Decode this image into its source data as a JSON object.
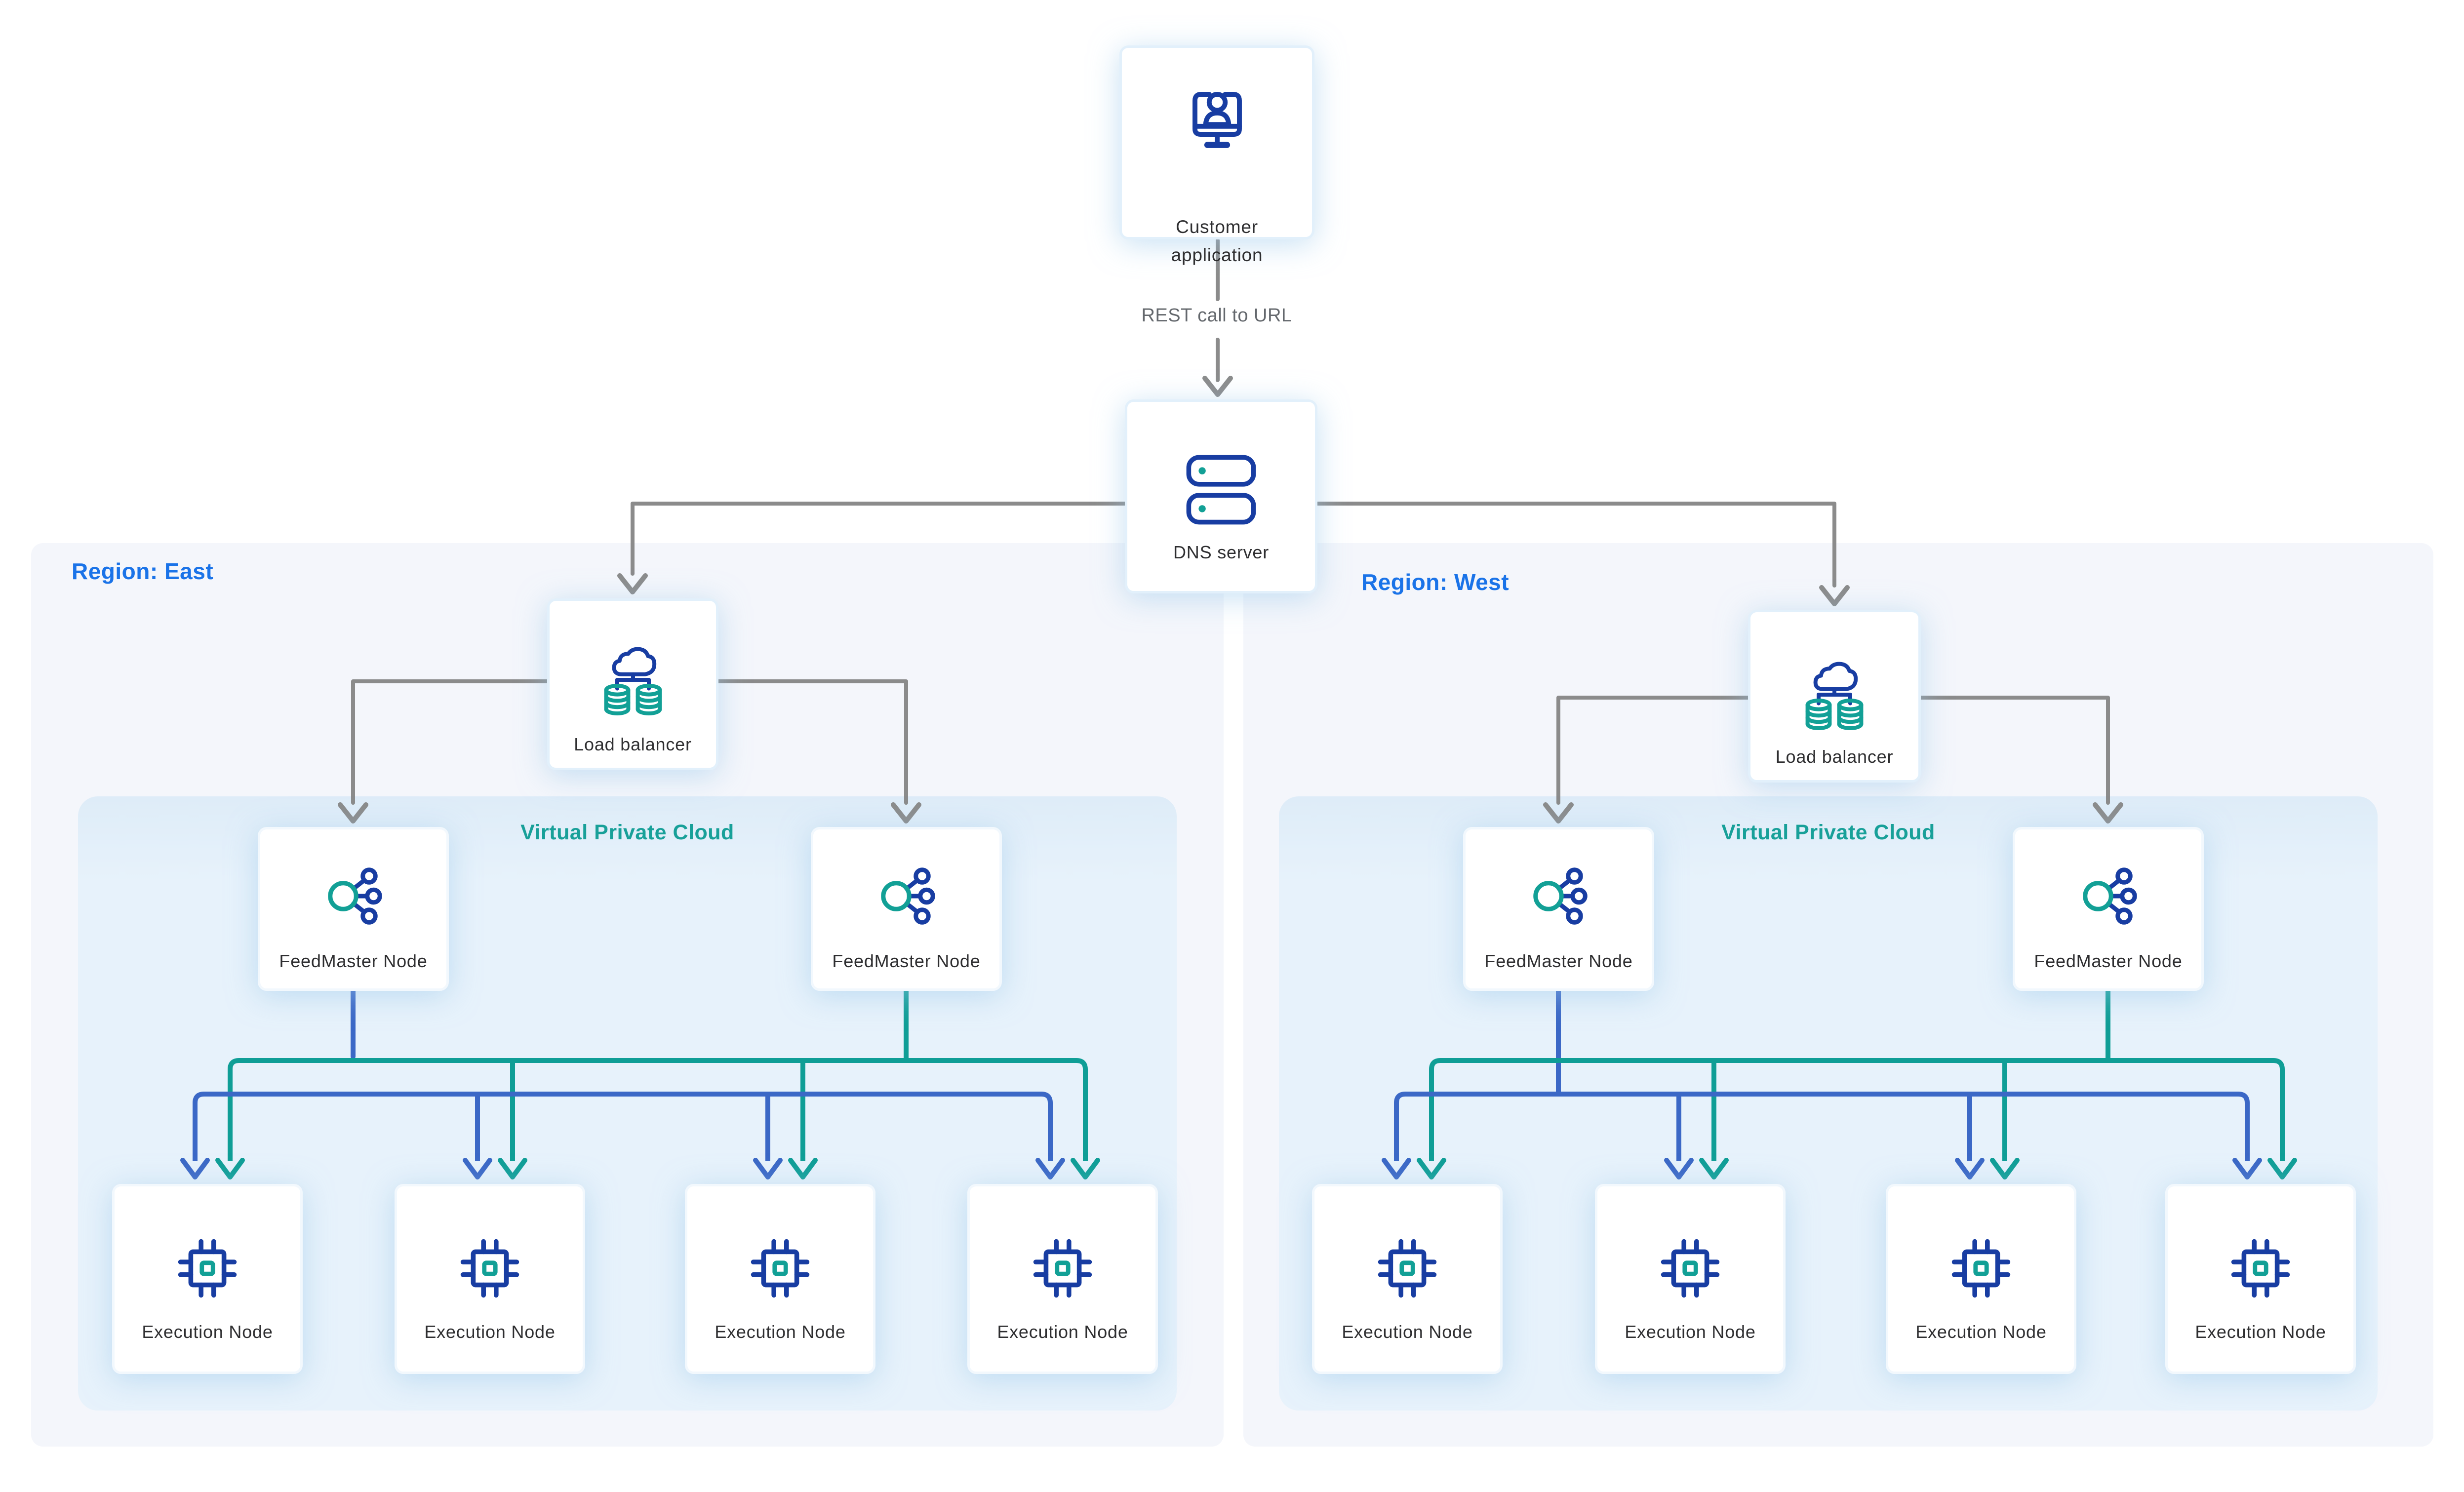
{
  "edge_labels": {
    "rest_call": "REST call to URL"
  },
  "regions": [
    {
      "id": "east",
      "label": "Region: East",
      "vpc_label": "Virtual Private Cloud"
    },
    {
      "id": "west",
      "label": "Region: West",
      "vpc_label": "Virtual Private Cloud"
    }
  ],
  "cards": {
    "customer": {
      "label": "Customer application",
      "icon": "customer-application-icon"
    },
    "dns": {
      "label": "DNS server",
      "icon": "dns-server-icon"
    },
    "lb_east": {
      "label": "Load balancer",
      "icon": "load-balancer-icon"
    },
    "lb_west": {
      "label": "Load balancer",
      "icon": "load-balancer-icon"
    },
    "fm_east_1": {
      "label": "FeedMaster Node",
      "icon": "feedmaster-node-icon"
    },
    "fm_east_2": {
      "label": "FeedMaster Node",
      "icon": "feedmaster-node-icon"
    },
    "fm_west_1": {
      "label": "FeedMaster Node",
      "icon": "feedmaster-node-icon"
    },
    "fm_west_2": {
      "label": "FeedMaster Node",
      "icon": "feedmaster-node-icon"
    },
    "en_east_1": {
      "label": "Execution Node",
      "icon": "execution-node-icon"
    },
    "en_east_2": {
      "label": "Execution Node",
      "icon": "execution-node-icon"
    },
    "en_east_3": {
      "label": "Execution Node",
      "icon": "execution-node-icon"
    },
    "en_east_4": {
      "label": "Execution Node",
      "icon": "execution-node-icon"
    },
    "en_west_1": {
      "label": "Execution Node",
      "icon": "execution-node-icon"
    },
    "en_west_2": {
      "label": "Execution Node",
      "icon": "execution-node-icon"
    },
    "en_west_3": {
      "label": "Execution Node",
      "icon": "execution-node-icon"
    },
    "en_west_4": {
      "label": "Execution Node",
      "icon": "execution-node-icon"
    }
  },
  "colors": {
    "icon_navy": "#183da2",
    "icon_teal": "#12a096",
    "bus_blue": "#3b68c6",
    "bus_teal": "#0f9e96",
    "connector_gray": "#8b8b8b",
    "region_label_blue": "#1a73e8",
    "vpc_label_teal": "#18a099",
    "card_label_gray": "#2e2e30",
    "region_bg": "#f4f6fb",
    "vpc_bg": "#e7f2fb"
  }
}
